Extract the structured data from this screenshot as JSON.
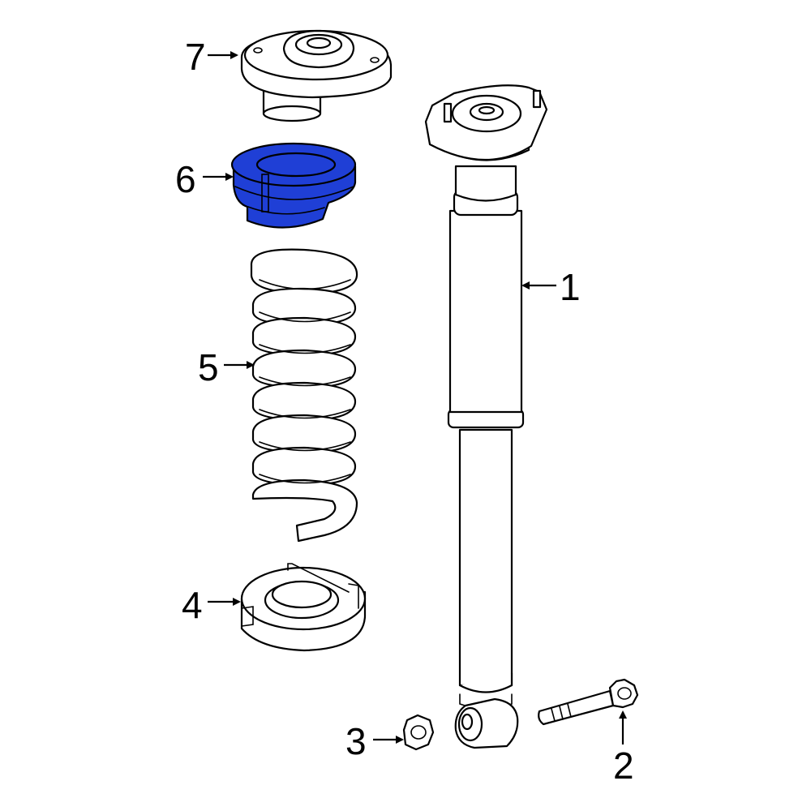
{
  "callouts": [
    {
      "id": "1",
      "label": "1",
      "part": "shock-absorber"
    },
    {
      "id": "2",
      "label": "2",
      "part": "bolt"
    },
    {
      "id": "3",
      "label": "3",
      "part": "nut"
    },
    {
      "id": "4",
      "label": "4",
      "part": "lower-spring-seat"
    },
    {
      "id": "5",
      "label": "5",
      "part": "coil-spring"
    },
    {
      "id": "6",
      "label": "6",
      "part": "upper-spring-insulator"
    },
    {
      "id": "7",
      "label": "7",
      "part": "upper-mount"
    }
  ],
  "colors": {
    "highlight": "#1f3fd6",
    "line": "#000000",
    "background": "#ffffff"
  },
  "highlighted_part": "6"
}
